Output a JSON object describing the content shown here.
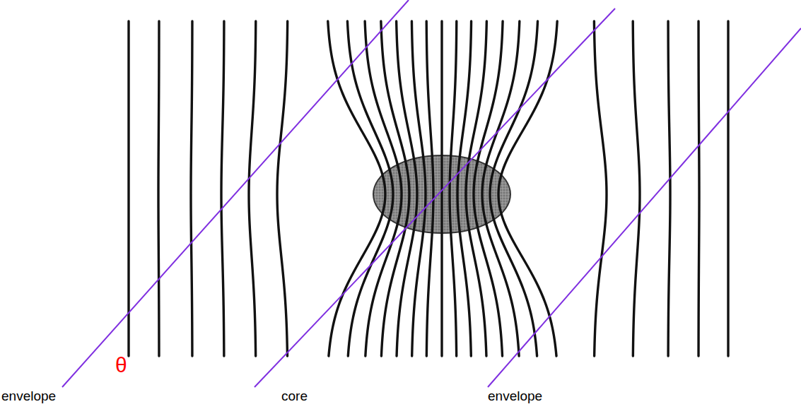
{
  "diagram": {
    "labels": [
      "θ",
      "envelope",
      "core",
      "envelope"
    ]
  }
}
